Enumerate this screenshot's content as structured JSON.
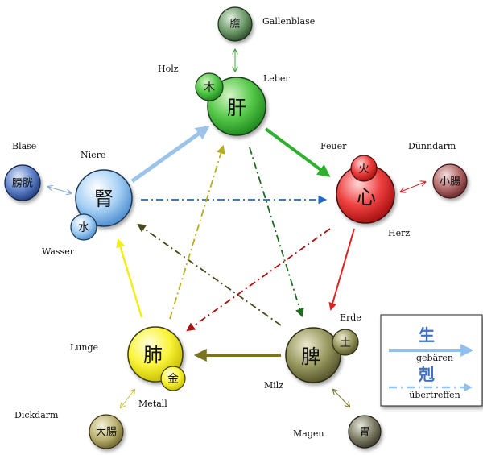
{
  "organs": {
    "liver": {
      "char": "肝",
      "label": "Leber"
    },
    "heart": {
      "char": "心",
      "label": "Herz"
    },
    "spleen": {
      "char": "脾",
      "label": "Milz"
    },
    "lung": {
      "char": "肺",
      "label": "Lunge"
    },
    "kidney": {
      "char": "腎",
      "label": "Niere"
    }
  },
  "elements": {
    "wood": {
      "char": "木",
      "label": "Holz"
    },
    "fire": {
      "char": "火",
      "label": "Feuer"
    },
    "earth": {
      "char": "土",
      "label": "Erde"
    },
    "metal": {
      "char": "金",
      "label": "Metall"
    },
    "water": {
      "char": "水",
      "label": "Wasser"
    }
  },
  "paired_organs": {
    "gallbladder": {
      "char": "膽",
      "label": "Gallenblase"
    },
    "small_intestine": {
      "char": "小腸",
      "label": "Dünndarm"
    },
    "stomach": {
      "char": "胃",
      "label": "Magen"
    },
    "large_intestine": {
      "char": "大腸",
      "label": "Dickdarm"
    },
    "bladder": {
      "char": "膀胱",
      "label": "Blase"
    }
  },
  "legend": {
    "generate_char": "生",
    "generate_label": "gebären",
    "overcome_char": "剋",
    "overcome_label": "übertreffen"
  },
  "colors": {
    "wood": "#2fb12f",
    "fire": "#e02020",
    "earth": "#6b6b34",
    "metal": "#f2ee1a",
    "water": "#8fc0ef",
    "legend_arrow": "#8fc0ef"
  }
}
